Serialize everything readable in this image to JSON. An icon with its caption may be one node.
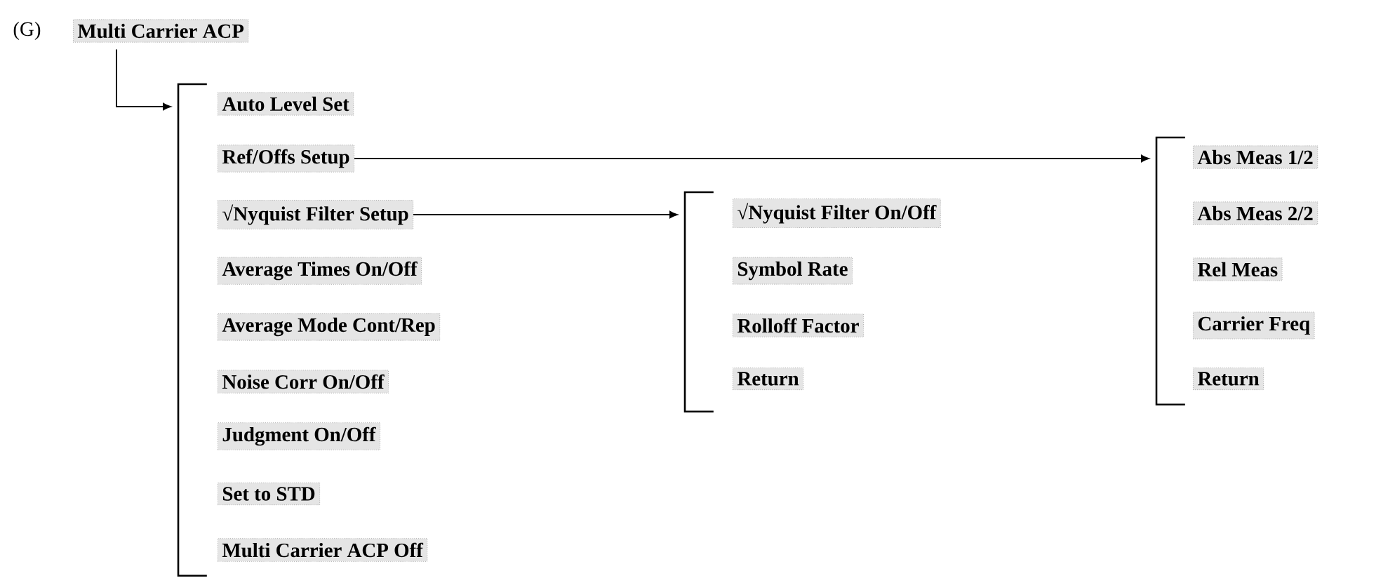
{
  "diagram": {
    "nodes": [
      {
        "text": [
          "Multi Carrier ACP"
        ]
      },
      {
        "text": [],
        "shape": "bracket"
      },
      {
        "text": [
          "Auto Level Set"
        ]
      },
      {
        "text": [
          "Ref/Offs Setup"
        ]
      },
      {
        "text": [
          "√Nyquist Filter Setup"
        ]
      },
      {
        "text": [
          "Average Times On/Off"
        ]
      },
      {
        "text": [
          "Average Mode Cont/Rep"
        ]
      },
      {
        "text": [
          "Noise Corr On/Off"
        ]
      },
      {
        "text": [
          "Judgment On/Off"
        ]
      },
      {
        "text": [
          "Set to STD"
        ]
      },
      {
        "text": [
          "Multi Carrier ACP Off"
        ]
      },
      {
        "text": [],
        "shape": "bracket"
      },
      {
        "text": [
          "√Nyquist Filter On/Off"
        ]
      },
      {
        "text": [
          "Symbol Rate"
        ]
      },
      {
        "text": [
          "Rolloff Factor"
        ]
      },
      {
        "text": [
          "Return"
        ]
      },
      {
        "text": [],
        "shape": "bracket"
      },
      {
        "text": [
          "Abs Meas 1/2"
        ]
      },
      {
        "text": [
          "Abs Meas 2/2"
        ]
      },
      {
        "text": [
          "Rel Meas"
        ]
      },
      {
        "text": [
          "Carrier Freq"
        ]
      },
      {
        "text": [
          "Return"
        ]
      }
    ],
    "edges": [
      {
        "from": 0,
        "to": 1,
        "arrow": "to"
      },
      {
        "from": 3,
        "to": 16,
        "arrow": "to"
      },
      {
        "from": 4,
        "to": 11,
        "arrow": "to"
      }
    ],
    "labels": [
      "(G)"
    ]
  }
}
